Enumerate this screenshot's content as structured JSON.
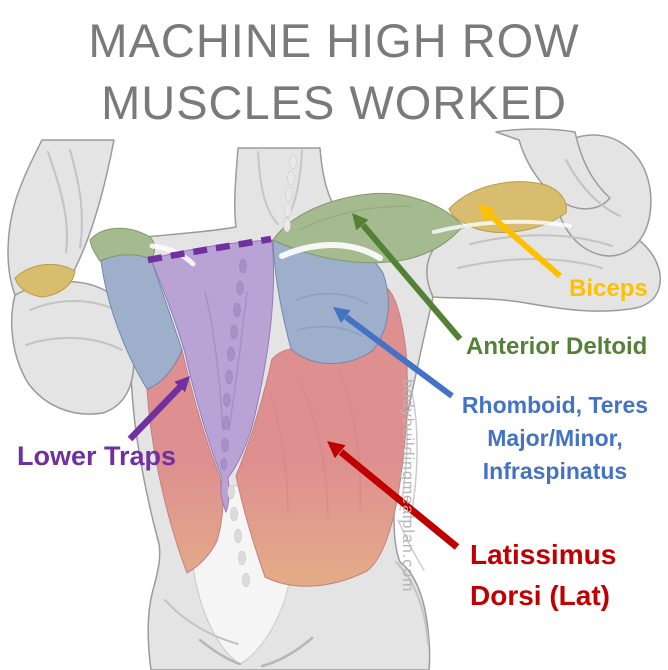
{
  "title": {
    "line1": "MACHINE HIGH ROW",
    "line2": "MUSCLES WORKED"
  },
  "watermark": "bodybuildingmealplan.com",
  "labels": {
    "biceps": {
      "text": "Biceps"
    },
    "anterior_deltoid": {
      "text": "Anterior Deltoid"
    },
    "rhomboid": {
      "lines": [
        "Rhomboid, Teres",
        "Major/Minor,",
        "Infraspinatus"
      ]
    },
    "lower_traps": {
      "text": "Lower Traps"
    },
    "lats": {
      "lines": [
        "Latissimus",
        "Dorsi (Lat)"
      ]
    }
  },
  "colors": {
    "title": "#7a7a7a",
    "watermark": "#b5b5b5",
    "biceps": "#FFC000",
    "deltoid": "#538135",
    "rhomboid": "#4472C4",
    "traps": "#7030A0",
    "lats": "#C00000",
    "highlight_biceps": "#d8bd6f",
    "highlight_deltoid": "#a6ba90",
    "highlight_rhomboid": "#9dafca",
    "highlight_traps": "#b9a3d4",
    "highlight_lats_top": "#de9090",
    "highlight_lats_bottom": "#e4ae87"
  }
}
